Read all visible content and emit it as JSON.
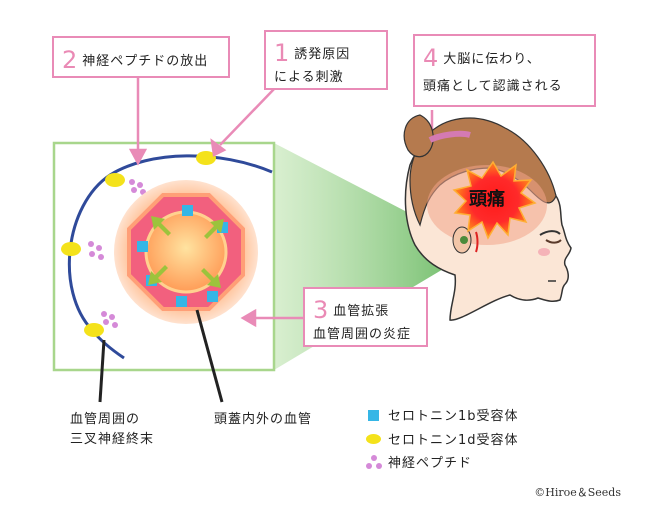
{
  "callouts": {
    "c1": {
      "num": "1",
      "line1": "誘発原因",
      "line2": "による刺激"
    },
    "c2": {
      "num": "2",
      "text": "神経ペプチドの放出"
    },
    "c3": {
      "num": "3",
      "line1": "血管拡張",
      "line2": "血管周囲の炎症"
    },
    "c4": {
      "num": "4",
      "line1": "大脳に伝わり、",
      "line2": "頭痛として認識される"
    }
  },
  "labels": {
    "nerve_line1": "血管周囲の",
    "nerve_line2": "三叉神経終末",
    "vessel": "頭蓋内外の血管",
    "headache": "頭痛"
  },
  "legend": [
    {
      "symbol": "blue-square",
      "label": "セロトニン1b受容体"
    },
    {
      "symbol": "yellow-ellipse",
      "label": "セロトニン1d受容体"
    },
    {
      "symbol": "pink-dots",
      "label": "神経ペプチド"
    }
  ],
  "colors": {
    "pink": "#e98bb7",
    "green_box": "#a8d68c",
    "nerve": "#2f4a9a",
    "receptor_b": "#35b6e6",
    "receptor_d": "#f4e21b",
    "peptide": "#d58ad8",
    "arrow": "#9cc33c"
  },
  "copyright": "©Hiroe＆Seeds"
}
